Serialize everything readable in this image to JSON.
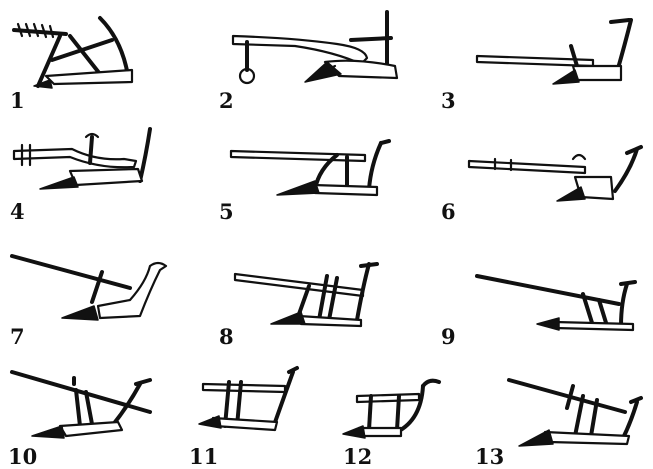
{
  "figures": [
    {
      "number": "1"
    },
    {
      "number": "2"
    },
    {
      "number": "3"
    },
    {
      "number": "4"
    },
    {
      "number": "5"
    },
    {
      "number": "6"
    },
    {
      "number": "7"
    },
    {
      "number": "8"
    },
    {
      "number": "9"
    },
    {
      "number": "10"
    },
    {
      "number": "11"
    },
    {
      "number": "12"
    },
    {
      "number": "13"
    }
  ]
}
